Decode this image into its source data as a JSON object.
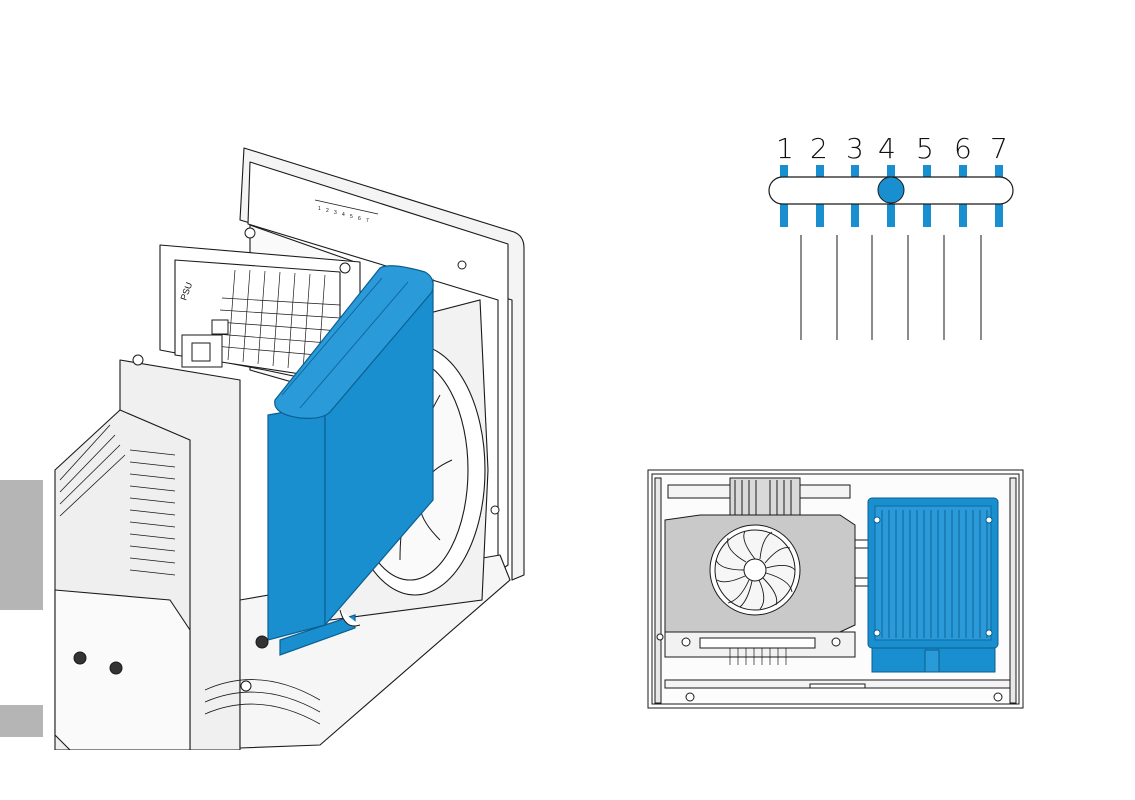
{
  "colors": {
    "highlight": "#1a8fd0",
    "highlight_dark": "#0b6fa8",
    "line": "#1a1a1a",
    "metal": "#f3f3f3",
    "gray_fill": "#c9c9c9",
    "side_tab": "#b5b5b5"
  },
  "main_view": {
    "psu_label": "PSU",
    "bracket_numbers": [
      "1",
      "2",
      "3",
      "4",
      "5",
      "6",
      "7"
    ]
  },
  "slider": {
    "positions": [
      "1",
      "2",
      "3",
      "4",
      "5",
      "6",
      "7"
    ],
    "selected_position": "4"
  },
  "icons": [
    "fan-icon",
    "radiator-icon",
    "slider-knob-icon"
  ]
}
